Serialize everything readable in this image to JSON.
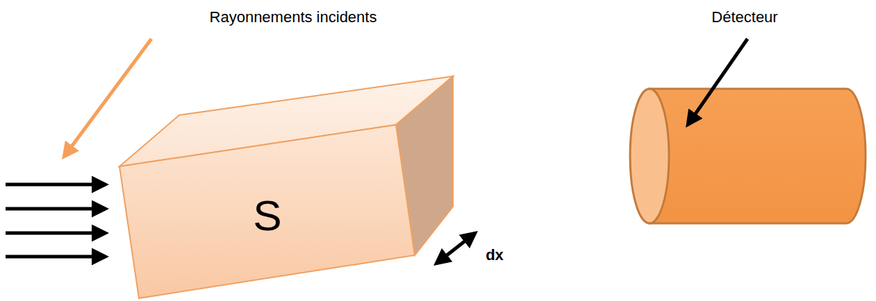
{
  "diagram": {
    "nodes": [
      {
        "text": [
          "S"
        ]
      }
    ],
    "labels": [
      "Rayonnements incidents",
      "Détecteur",
      "dx"
    ]
  }
}
